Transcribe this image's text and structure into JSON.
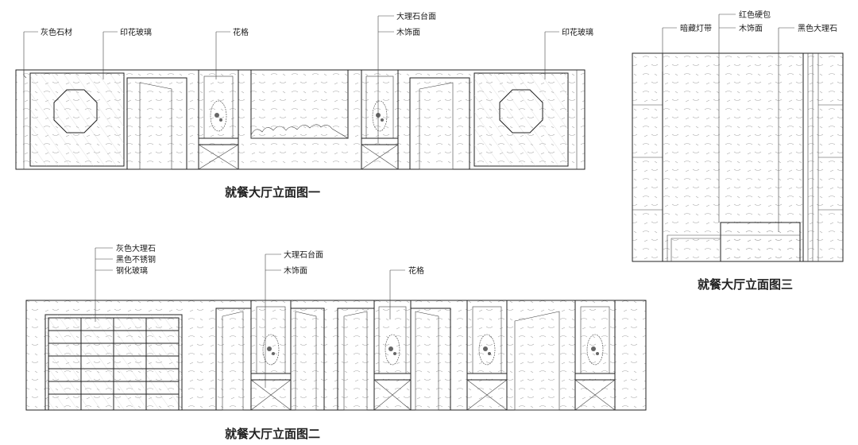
{
  "elevation1": {
    "caption": "就餐大厅立面图一",
    "labels": [
      "灰色石材",
      "印花玻璃",
      "花格",
      "大理石台面",
      "木饰面",
      "印花玻璃"
    ]
  },
  "elevation2": {
    "caption": "就餐大厅立面图二",
    "labels": [
      "灰色大理石",
      "黑色不锈钢",
      "钢化玻璃",
      "大理石台面",
      "木饰面",
      "花格"
    ]
  },
  "elevation3": {
    "caption": "就餐大厅立面图三",
    "labels": [
      "暗藏灯带",
      "红色硬包",
      "木饰面",
      "黑色大理石"
    ]
  }
}
